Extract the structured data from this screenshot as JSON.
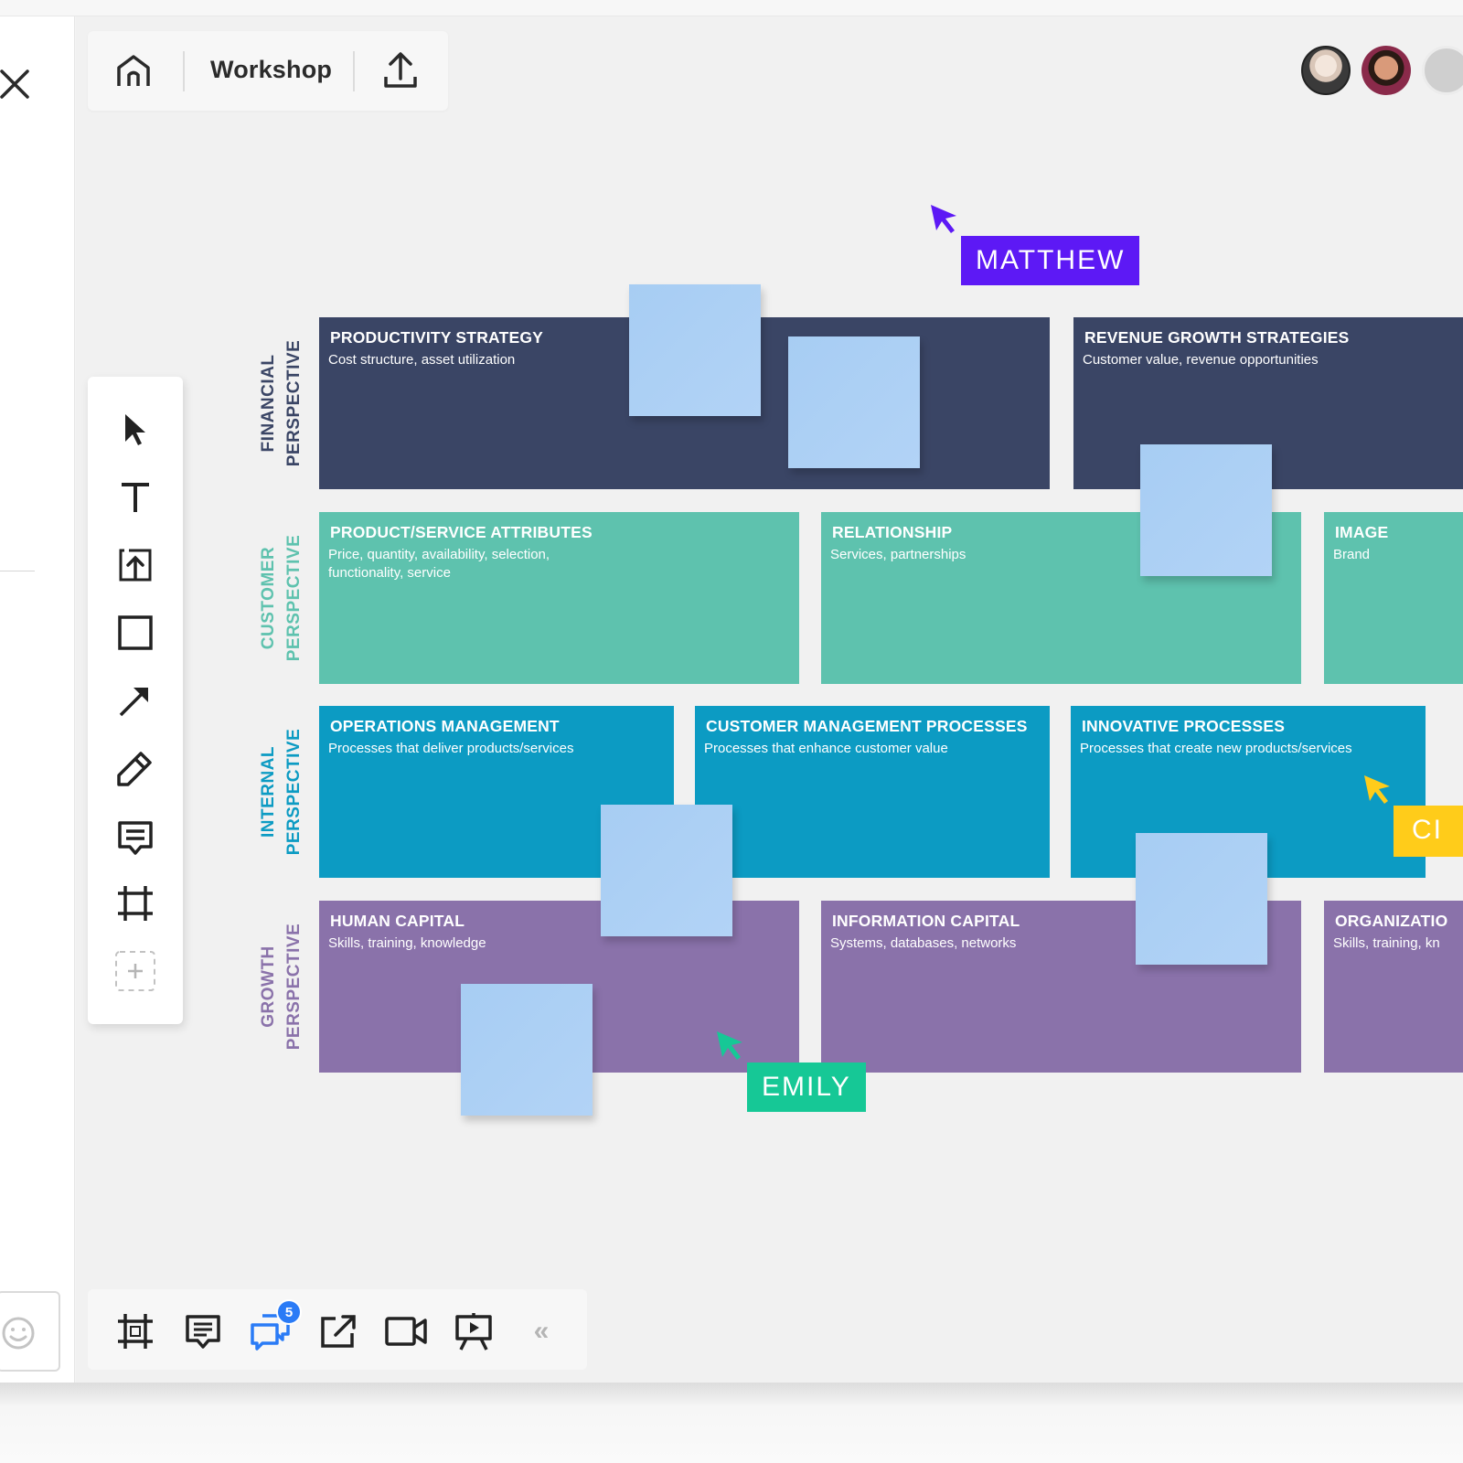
{
  "board": {
    "title": "Workshop"
  },
  "icons": {
    "close": "close-icon",
    "home": "home-icon",
    "upload": "upload-icon",
    "emoji": "smiley-icon"
  },
  "toolbar_tools": [
    "select",
    "text",
    "upload",
    "rectangle",
    "arrow",
    "pen",
    "comment",
    "frame",
    "add"
  ],
  "rows": [
    {
      "label_line1": "FINANCIAL",
      "label_line2": "PERSPECTIVE",
      "color": "#3a4565"
    },
    {
      "label_line1": "CUSTOMER",
      "label_line2": "PERSPECTIVE",
      "color": "#5ec2ae"
    },
    {
      "label_line1": "INTERNAL",
      "label_line2": "PERSPECTIVE",
      "color": "#0c9bc3"
    },
    {
      "label_line1": "GROWTH",
      "label_line2": "PERSPECTIVE",
      "color": "#8a72aa"
    }
  ],
  "cards": {
    "productivity": {
      "title": "PRODUCTIVITY STRATEGY",
      "subtitle": "Cost structure, asset utilization"
    },
    "revenue": {
      "title": "REVENUE GROWTH STRATEGIES",
      "subtitle": "Customer value, revenue opportunities"
    },
    "attributes": {
      "title": "PRODUCT/SERVICE ATTRIBUTES",
      "subtitle": "Price, quantity, availability, selection, functionality, service"
    },
    "relationship": {
      "title": "RELATIONSHIP",
      "subtitle": "Services, partnerships"
    },
    "image": {
      "title": "IMAGE",
      "subtitle": "Brand"
    },
    "operations": {
      "title": "OPERATIONS MANAGEMENT",
      "subtitle": "Processes that deliver products/services"
    },
    "customer_mgmt": {
      "title": "CUSTOMER MANAGEMENT PROCESSES",
      "subtitle": "Processes that enhance customer value"
    },
    "innovative": {
      "title": "INNOVATIVE PROCESSES",
      "subtitle": "Processes that create new products/services"
    },
    "human": {
      "title": "HUMAN CAPITAL",
      "subtitle": "Skills, training, knowledge"
    },
    "information": {
      "title": "INFORMATION CAPITAL",
      "subtitle": "Systems, databases, networks"
    },
    "organization": {
      "title": "ORGANIZATIO",
      "subtitle": "Skills, training, kn"
    }
  },
  "cursors": {
    "matthew": {
      "name": "MATTHEW",
      "color": "#5d19f5"
    },
    "emily": {
      "name": "EMILY",
      "color": "#16c896"
    },
    "third": {
      "name": "CI",
      "color": "#ffcc1a"
    }
  },
  "bottom_bar": {
    "chat_badge": "5",
    "collapse": "«"
  },
  "colors": {
    "navy": "#3a4565",
    "teal": "#5ec2ae",
    "blue": "#0c9bc3",
    "purple": "#8a72aa",
    "sticky": "#a9cef4",
    "accent": "#2a7bf6"
  }
}
